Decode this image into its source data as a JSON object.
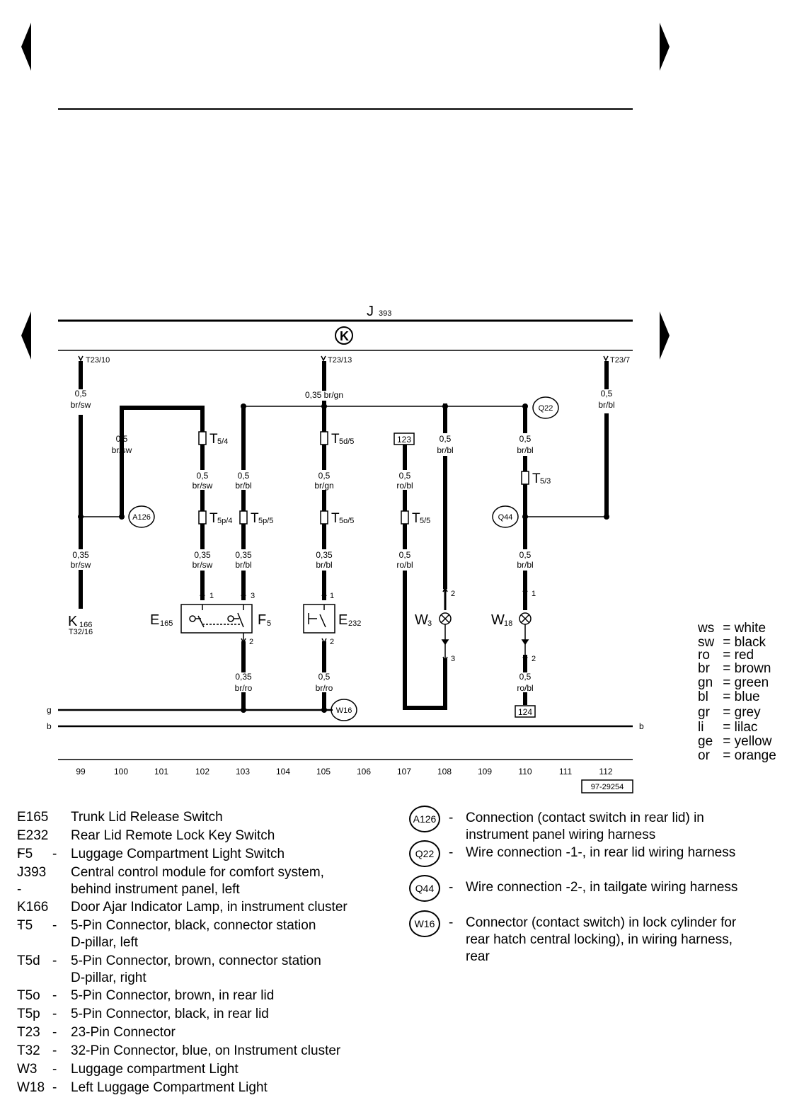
{
  "diagram": {
    "module": {
      "label": "J",
      "sub": "393"
    },
    "ground_symbol": "K",
    "drawing_number": "97-29254",
    "rail_labels": {
      "g": "g",
      "b_left": "b",
      "b_right": "b"
    },
    "t23_pins": [
      "T23/10",
      "T23/13",
      "T23/7"
    ],
    "wires": {
      "w99_top": [
        "0,5",
        "br/sw"
      ],
      "w99_bot": [
        "0,35",
        "br/sw"
      ],
      "w100": [
        "0,5",
        "br/sw"
      ],
      "w102_mid": [
        "0,5",
        "br/sw"
      ],
      "w102_bot": [
        "0,35",
        "br/sw"
      ],
      "w103_mid": [
        "0,5",
        "br/bl"
      ],
      "w103_bot": [
        "0,35",
        "br/bl"
      ],
      "w103_gnd": [
        "0,35",
        "br/ro"
      ],
      "w105_top": "0,35 br/gn",
      "w105_mid": [
        "0,5",
        "br/gn"
      ],
      "w105_bot": [
        "0,35",
        "br/bl"
      ],
      "w105_gnd": [
        "0,5",
        "br/ro"
      ],
      "w107_mid": [
        "0,5",
        "ro/bl"
      ],
      "w107_bot": [
        "0,5",
        "ro/bl"
      ],
      "w108": [
        "0,5",
        "br/bl"
      ],
      "w110_top": [
        "0,5",
        "br/bl"
      ],
      "w110_bot": [
        "0,5",
        "br/bl"
      ],
      "w110_gnd": [
        "0,5",
        "ro/bl"
      ],
      "w112": [
        "0,5",
        "br/bl"
      ]
    },
    "connectors": {
      "t54": "T",
      "t54_sub": "5/4",
      "t5d5": "T",
      "t5d5_sub": "5d/5",
      "t5p4": "T",
      "t5p4_sub": "5p/4",
      "t5p5": "T",
      "t5p5_sub": "5p/5",
      "t5o5": "T",
      "t5o5_sub": "5o/5",
      "t55": "T",
      "t55_sub": "5/5",
      "t53": "T",
      "t53_sub": "5/3"
    },
    "boxes": {
      "b123": "123",
      "b124": "124"
    },
    "circles": {
      "a126": "A126",
      "q22": "Q22",
      "q44": "Q44",
      "w16": "W16"
    },
    "components": {
      "k166": "K",
      "k166_sub": "166",
      "k166_pin": "T32/16",
      "e165": "E",
      "e165_sub": "165",
      "f5": "F",
      "f5_sub": "5",
      "e232": "E",
      "e232_sub": "232",
      "w3": "W",
      "w3_sub": "3",
      "w18": "W",
      "w18_sub": "18"
    },
    "pins": {
      "p102_1": "1",
      "p103_3": "3",
      "p103_2": "2",
      "p105_1": "1",
      "p105_2": "2",
      "p108_2": "2",
      "p108_3": "3",
      "p110_1": "1",
      "p110_2": "2"
    },
    "track_numbers": [
      "99",
      "100",
      "101",
      "102",
      "103",
      "104",
      "105",
      "106",
      "107",
      "108",
      "109",
      "110",
      "111",
      "112"
    ]
  },
  "color_codes": [
    {
      "code": "ws",
      "name": "= white"
    },
    {
      "code": "sw",
      "name": "= black"
    },
    {
      "code": "ro",
      "name": "= red"
    },
    {
      "code": "br",
      "name": "= brown"
    },
    {
      "code": "gn",
      "name": "= green"
    },
    {
      "code": "bl",
      "name": "= blue"
    },
    {
      "code": "gr",
      "name": "= grey"
    },
    {
      "code": "li",
      "name": "= lilac"
    },
    {
      "code": "ge",
      "name": "= yellow"
    },
    {
      "code": "or",
      "name": "= orange"
    }
  ],
  "component_key": [
    {
      "code": "E165 -",
      "dash": "",
      "desc": "Trunk Lid Release Switch"
    },
    {
      "code": "E232 -",
      "dash": "",
      "desc": "Rear Lid Remote Lock Key Switch"
    },
    {
      "code": "F5",
      "dash": "-",
      "desc": "Luggage Compartment Light Switch"
    },
    {
      "code": "J393 -",
      "dash": "",
      "desc": "Central control module for comfort system,\nbehind instrument panel, left"
    },
    {
      "code": "K166 -",
      "dash": "",
      "desc": "Door Ajar Indicator Lamp, in instrument cluster"
    },
    {
      "code": "T5",
      "dash": "-",
      "desc": "5-Pin Connector, black, connector station\nD-pillar, left"
    },
    {
      "code": "T5d",
      "dash": "-",
      "desc": "5-Pin Connector, brown, connector station\nD-pillar, right"
    },
    {
      "code": "T5o",
      "dash": "-",
      "desc": "5-Pin Connector, brown, in rear lid"
    },
    {
      "code": "T5p",
      "dash": "-",
      "desc": "5-Pin Connector, black, in rear lid"
    },
    {
      "code": "T23",
      "dash": "-",
      "desc": "23-Pin Connector"
    },
    {
      "code": "T32",
      "dash": "-",
      "desc": "32-Pin Connector, blue, on Instrument cluster"
    },
    {
      "code": "W3",
      "dash": "-",
      "desc": "Luggage compartment Light"
    },
    {
      "code": "W18",
      "dash": "-",
      "desc": "Left Luggage Compartment Light"
    }
  ],
  "connection_key": [
    {
      "badge": "A126",
      "dash": "-",
      "desc": "Connection (contact switch in rear lid) in\ninstrument panel wiring harness"
    },
    {
      "badge": "Q22",
      "dash": "-",
      "desc": "Wire connection -1-, in rear lid wiring harness"
    },
    {
      "badge": "Q44",
      "dash": "-",
      "desc": "Wire connection -2-, in tailgate wiring harness"
    },
    {
      "badge": "W16",
      "dash": "-",
      "desc": "Connector (contact switch) in lock cylinder for\nrear hatch central locking), in wiring harness,\nrear"
    }
  ]
}
